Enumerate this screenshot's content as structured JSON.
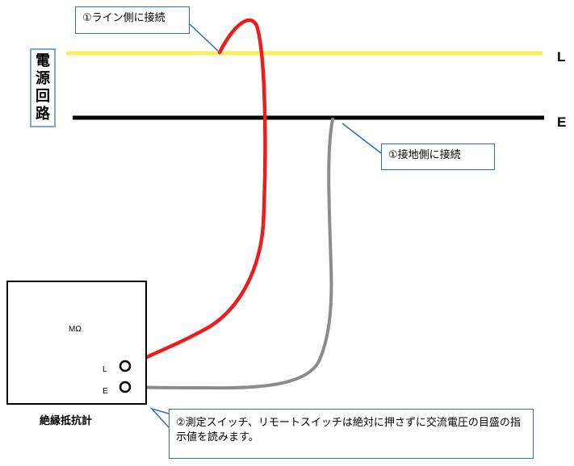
{
  "circuit": {
    "label": "電源回路",
    "line_letter": "L",
    "earth_letter": "E",
    "line_color": "#f7f05a",
    "earth_color": "#000000"
  },
  "callouts": {
    "line_side": "①ライン側に接続",
    "earth_side": "①接地側に接続",
    "instruction": "②測定スイッチ、リモートスイッチは絶対に押さずに交流電圧の目盛の指示値を読みます。",
    "border_color": "#2f6db0"
  },
  "meter": {
    "name": "絶縁抵抗計",
    "unit": "MΩ",
    "terminal_l": "L",
    "terminal_e": "E"
  },
  "leads": {
    "line_lead_color": "#ee1c1c",
    "earth_lead_color": "#8c8c8c"
  }
}
